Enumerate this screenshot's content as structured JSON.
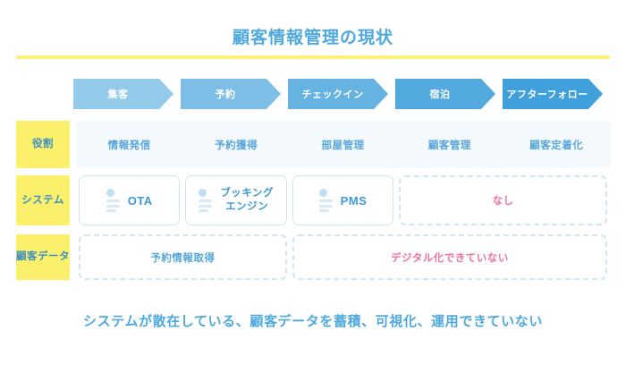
{
  "header": {
    "title": "顧客情報管理の現状",
    "title_color": "#4FA9DE",
    "rule_color": "#FBEF74"
  },
  "stages": [
    {
      "label": "集客",
      "color": "#93C9E9"
    },
    {
      "label": "予約",
      "color": "#7DBFE6"
    },
    {
      "label": "チェックイン",
      "color": "#66B3E2"
    },
    {
      "label": "宿泊",
      "color": "#52A9DE"
    },
    {
      "label": "アフターフォロー",
      "color": "#3FA0DB"
    }
  ],
  "rows": [
    {
      "label": "役割",
      "cells": [
        {
          "text": "情報発信",
          "tone": "blue"
        },
        {
          "text": "予約獲得",
          "tone": "blue"
        },
        {
          "text": "部屋管理",
          "tone": "blue"
        },
        {
          "text": "顧客管理",
          "tone": "blue"
        },
        {
          "text": "顧客定着化",
          "tone": "blue"
        }
      ]
    },
    {
      "label": "システム",
      "cards": [
        {
          "text": "OTA",
          "span": 1,
          "icon": "record-card-icon",
          "style": "solid"
        },
        {
          "text": "ブッキング\nエンジン",
          "span": 1,
          "icon": "record-card-icon",
          "style": "solid"
        },
        {
          "text": "PMS",
          "span": 1,
          "icon": "record-card-icon",
          "style": "solid"
        },
        {
          "text": "なし",
          "span": 2,
          "icon": "",
          "style": "dashed",
          "tone": "pink"
        }
      ]
    },
    {
      "label": "顧客\nデータ",
      "cards": [
        {
          "text": "予約情報取得",
          "span": 2,
          "style": "dashed",
          "tone": "blue"
        },
        {
          "text": "デジタル化できていない",
          "span": 3,
          "style": "dashed",
          "tone": "pink"
        }
      ]
    }
  ],
  "footer": {
    "caption": "システムが散在している、顧客データを蓄積、可視化、運用できていない",
    "color": "#4FA9DE"
  },
  "palette": {
    "label_yellow": "#FBF06B",
    "role_band": "#F4F9FD",
    "card_border": "#CDE6F5",
    "dashed_border": "#CFE6F4",
    "pink": "#F2709C",
    "blue_text": "#58A6D8"
  }
}
